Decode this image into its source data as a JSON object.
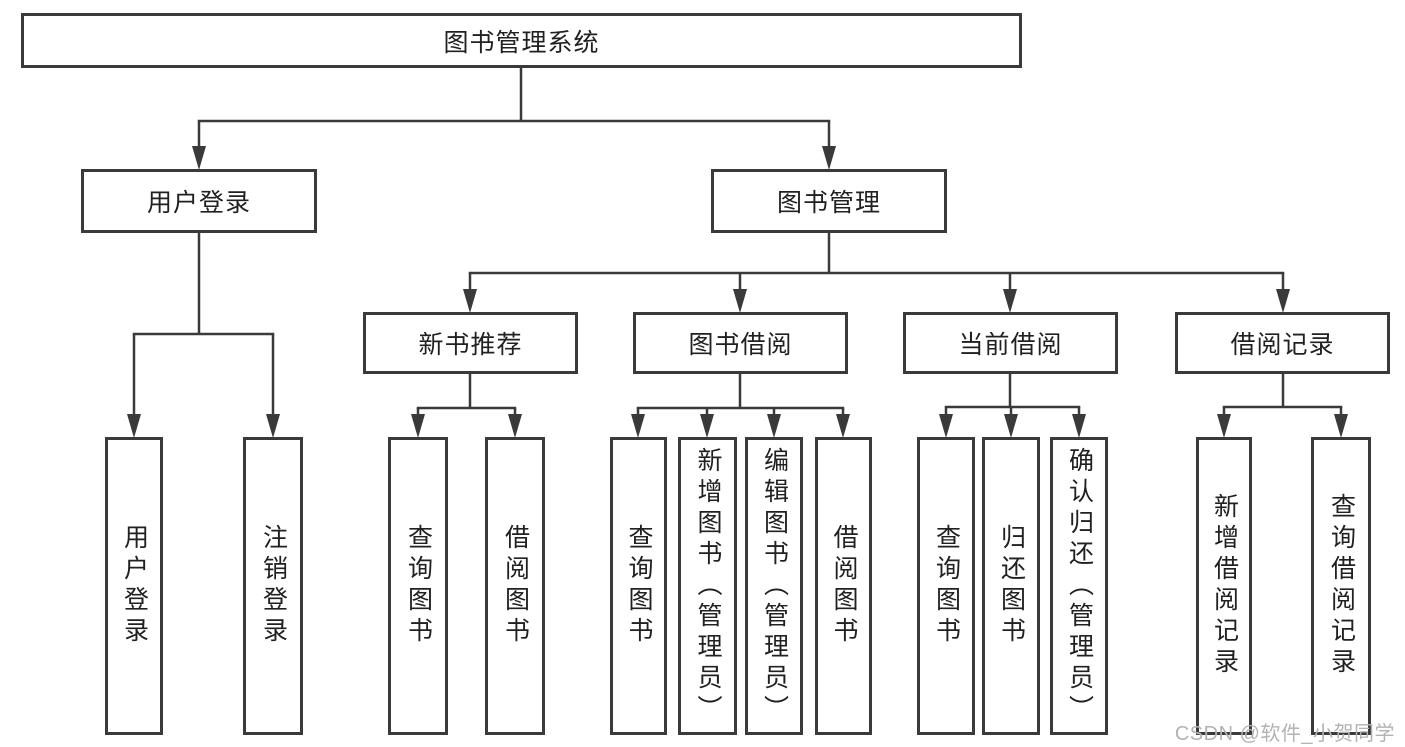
{
  "diagram": {
    "root": {
      "label": "图书管理系统"
    },
    "level2": [
      {
        "label": "用户登录"
      },
      {
        "label": "图书管理"
      }
    ],
    "level3": [
      {
        "label": "新书推荐"
      },
      {
        "label": "图书借阅"
      },
      {
        "label": "当前借阅"
      },
      {
        "label": "借阅记录"
      }
    ],
    "leaves": [
      {
        "label": "用户登录"
      },
      {
        "label": "注销登录"
      },
      {
        "label": "查询图书"
      },
      {
        "label": "借阅图书"
      },
      {
        "label": "查询图书"
      },
      {
        "label": "新增图书（管理员）"
      },
      {
        "label": "编辑图书（管理员）"
      },
      {
        "label": "借阅图书"
      },
      {
        "label": "查询图书"
      },
      {
        "label": "归还图书"
      },
      {
        "label": "确认归还（管理员）"
      },
      {
        "label": "新增借阅记录"
      },
      {
        "label": "查询借阅记录"
      }
    ]
  },
  "watermark": "CSDN @软件_小贺同学",
  "colors": {
    "line": "#3a3a3a",
    "border": "#3a3a3a",
    "text": "#212121",
    "watermark": "#b3b3b3",
    "background": "#ffffff"
  }
}
